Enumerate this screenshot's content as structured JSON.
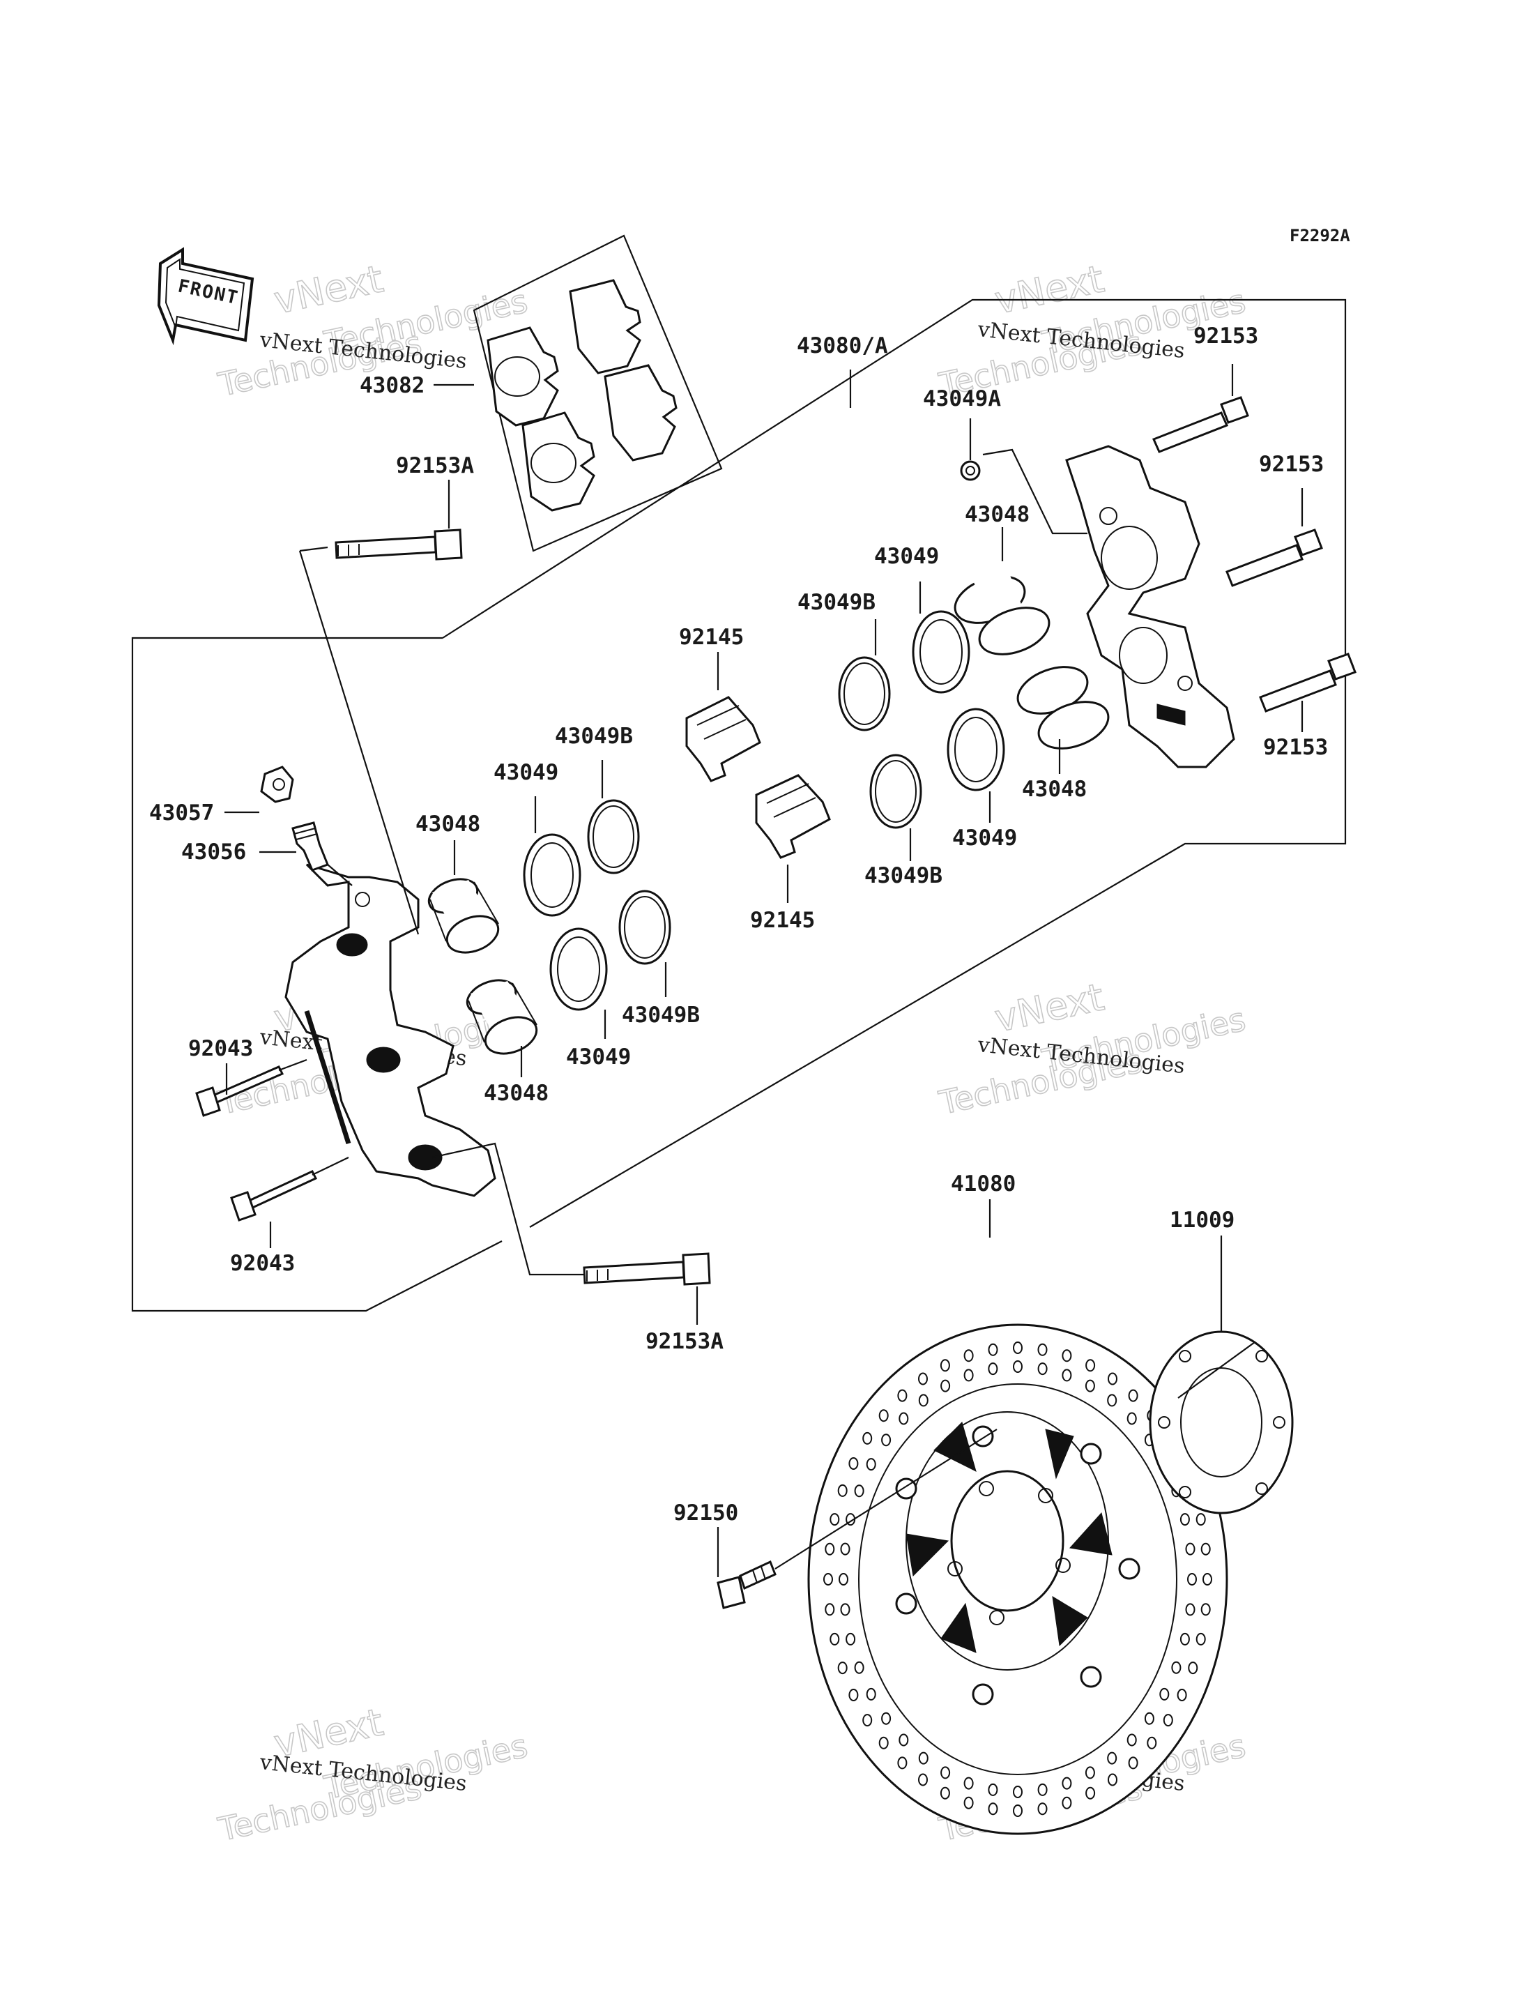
{
  "diagram_code": "F2292A",
  "front_label": "FRONT",
  "watermark": {
    "line1": "vNext Technologies",
    "line2": "Technologies",
    "line3": "vNext"
  },
  "parts": {
    "pad_set": "43082",
    "caliper_assy": "43080/A",
    "bleeder_cap": "43049A",
    "bolt_right_top": "92153",
    "bolt_right_mid": "92153",
    "bolt_right_bottom": "92153",
    "mount_bolt_top": "92153A",
    "mount_bolt_bottom": "92153A",
    "piston_right_upper": "43048",
    "piston_right_lower": "43048",
    "piston_left_upper": "43048",
    "piston_left_lower": "43048",
    "dust_seal_right_upper": "43049",
    "dust_seal_right_lower": "43049",
    "dust_seal_left_upper": "43049",
    "dust_seal_left_lower": "43049",
    "piston_seal_right_upper": "43049B",
    "piston_seal_right_lower": "43049B",
    "piston_seal_left_upper": "43049B",
    "piston_seal_left_lower": "43049B",
    "pad_spring_upper": "92145",
    "pad_spring_lower": "92145",
    "bleeder_cap_left": "43057",
    "bleeder_valve": "43056",
    "pin_upper": "92043",
    "pin_lower": "92043",
    "disc": "41080",
    "shim": "11009",
    "disc_bolt": "92150"
  }
}
